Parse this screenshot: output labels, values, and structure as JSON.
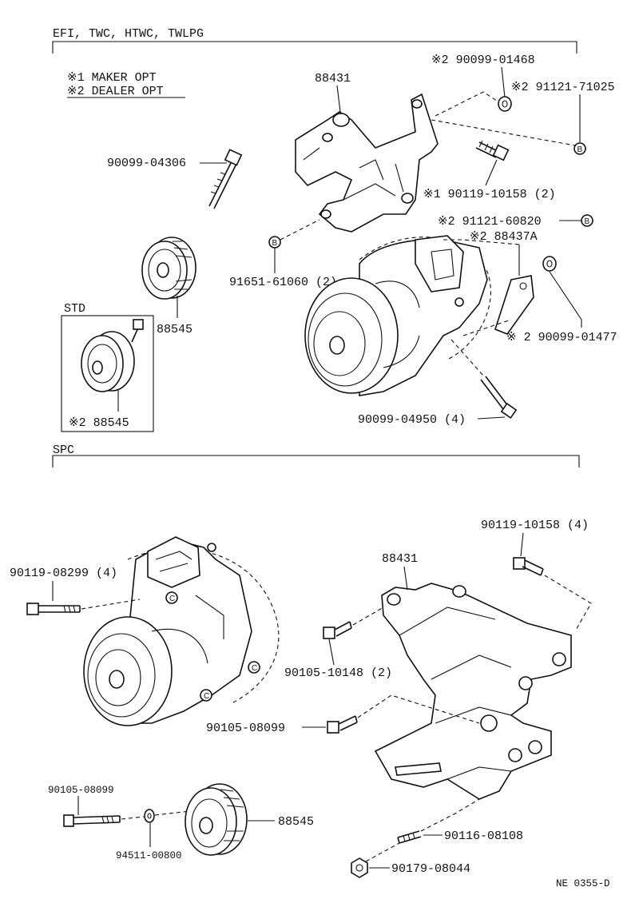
{
  "sections": {
    "top_title": "EFI, TWC, HTWC, TWLPG",
    "std": "STD",
    "spc": "SPC"
  },
  "notes": {
    "maker": "※1 MAKER OPT",
    "dealer": "※2 DEALER OPT"
  },
  "refs": {
    "b_marker": "B",
    "c_marker": "C"
  },
  "top": {
    "bracket": "88431",
    "bolt_90099_04306": "90099-04306",
    "washer_90099_01468": "※2 90099-01468",
    "bolt_91121_71025": "※2 91121-71025",
    "bolt_90119_10158": "※1 90119-10158 (2)",
    "bolt_91651_61060": "91651-61060 (2)",
    "bolt_91121_60820": "※2 91121-60820",
    "bracket_88437A": "※2 88437A",
    "washer_90099_01477": "※ 2 90099-01477",
    "bolt_90099_04950": "90099-04950 (4)",
    "pulley": "88545",
    "std_pulley": "※2 88545"
  },
  "spc": {
    "bolt_90119_08299": "90119-08299 (4)",
    "bracket": "88431",
    "bolt_90119_10158": "90119-10158 (4)",
    "bolt_90105_10148": "90105-10148 (2)",
    "bolt_90105_08099_a": "90105-08099",
    "bolt_90105_08099_b": "90105-08099",
    "washer_94511_00800": "94511-00800",
    "pulley": "88545",
    "bolt_90116_08108": "90116-08108",
    "nut_90179_08044": "90179-08044"
  },
  "figure_code": "NE 0355-D"
}
